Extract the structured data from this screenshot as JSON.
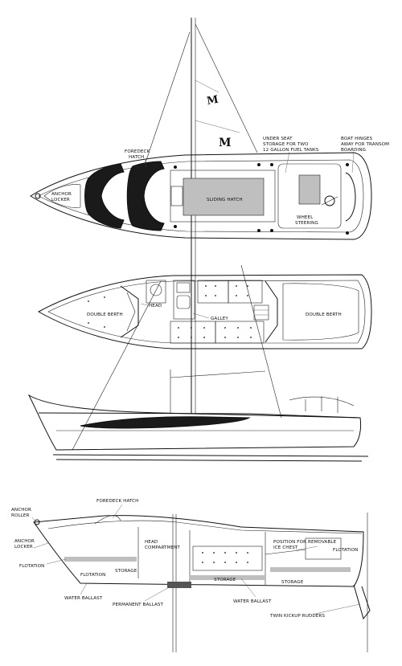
{
  "sail_letter": "M",
  "top_view": {
    "foredeck_hatch": [
      "FOREDECK",
      "HATCH"
    ],
    "anchor_locker": [
      "ANCHOR",
      "LOCKER"
    ],
    "sliding_hatch": "SLIDING HATCH",
    "under_seat_storage": [
      "UNDER SEAT",
      "STORAGE FOR TWO",
      "12 GALLON FUEL TANKS"
    ],
    "wheel_steering": [
      "WHEEL",
      "STEERING"
    ],
    "boat_hinges": [
      "BOAT HINGES",
      "AWAY FOR TRANSOM",
      "BOARDING"
    ]
  },
  "interior_view": {
    "double_berth_fwd": "DOUBLE BERTH",
    "head": "HEAD",
    "galley": "GALLEY",
    "double_berth_aft": "DOUBLE BERTH"
  },
  "profile_section": {
    "foredeck_hatch": "FOREDECK HATCH",
    "anchor_roller": [
      "ANCHOR",
      "ROLLER"
    ],
    "anchor_locker": [
      "ANCHOR",
      "LOCKER"
    ],
    "flotation_fwd": "FLOTATION",
    "flotation_mid": "FLOTATION",
    "storage_fwd": "STORAGE",
    "head_compartment": [
      "HEAD",
      "COMPARTMENT"
    ],
    "storage_mid": "STORAGE",
    "storage_aft": "STORAGE",
    "ice_chest": [
      "POSITION FOR REMOVABLE",
      "ICE CHEST"
    ],
    "flotation_aft": "FLOTATION",
    "water_ballast_fwd": "WATER BALLAST",
    "permanent_ballast": "PERMANENT BALLAST",
    "water_ballast_aft": "WATER BALLAST",
    "twin_rudders": "TWIN KICKUP RUDDERS"
  }
}
